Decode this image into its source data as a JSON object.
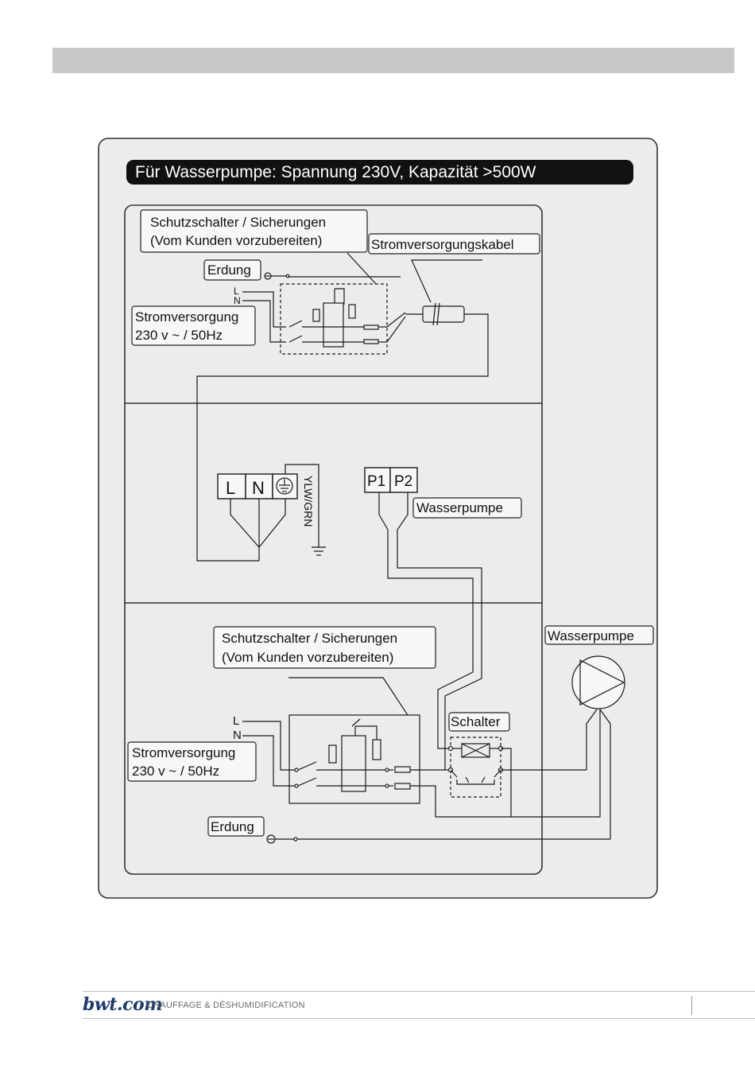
{
  "diagram": {
    "title": "Für Wasserpumpe: Spannung 230V, Kapazität >500W",
    "top_section": {
      "breaker_label_line1": "Schutzschalter / Sicherungen",
      "breaker_label_line2": "(Vom Kunden vorzubereiten)",
      "cable_label": "Stromversorgungskabel",
      "earth_label": "Erdung",
      "l_label": "L",
      "n_label": "N",
      "supply_label_line1": "Stromversorgung",
      "supply_label_line2": "230 v ~ / 50Hz"
    },
    "middle_section": {
      "terminal_l": "L",
      "terminal_n": "N",
      "wire_color_label": "YLW/GRN",
      "pump_terminal_p1": "P1",
      "pump_terminal_p2": "P2",
      "pump_label": "Wasserpumpe"
    },
    "bottom_section": {
      "breaker_label_line1": "Schutzschalter / Sicherungen",
      "breaker_label_line2": "(Vom Kunden vorzubereiten)",
      "switch_label": "Schalter",
      "pump_label": "Wasserpumpe",
      "l_label": "L",
      "n_label": "N",
      "supply_label_line1": "Stromversorgung",
      "supply_label_line2": "230 v ~ / 50Hz",
      "earth_label": "Erdung"
    }
  },
  "footer": {
    "logo_text": "bwt.com",
    "tagline": "CHAUFFAGE & DÉSHUMIDIFICATION"
  }
}
